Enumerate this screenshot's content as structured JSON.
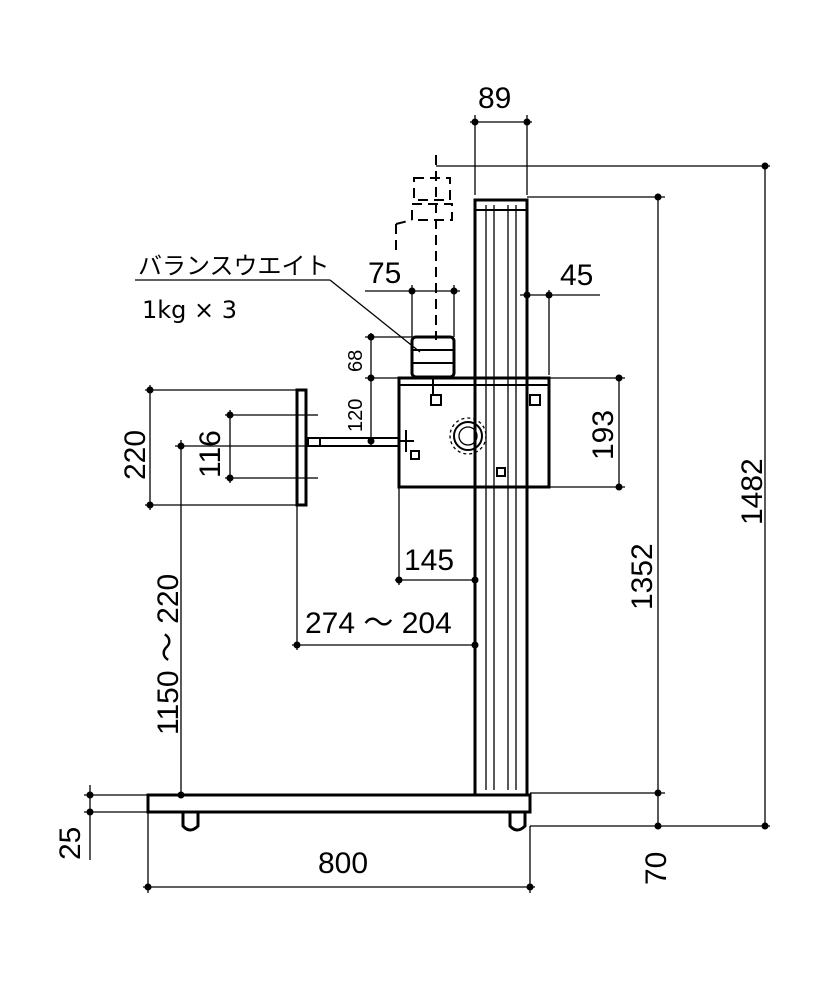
{
  "labels": {
    "counterweight": "バランスウエイト",
    "counterweight_spec": "1kg × 3"
  },
  "dimensions": {
    "column_width": "89",
    "top_height": "1482",
    "column_height": "1352",
    "weight_width": "75",
    "offset_45": "45",
    "weight_68": "68",
    "head_120": "120",
    "head_193": "193",
    "plate_220": "220",
    "plate_116": "116",
    "head_145": "145",
    "arm_range": "274 ～ 204",
    "height_range": "1150 ～ 220",
    "base_thickness": "25",
    "base_length": "800",
    "caster_70": "70"
  }
}
